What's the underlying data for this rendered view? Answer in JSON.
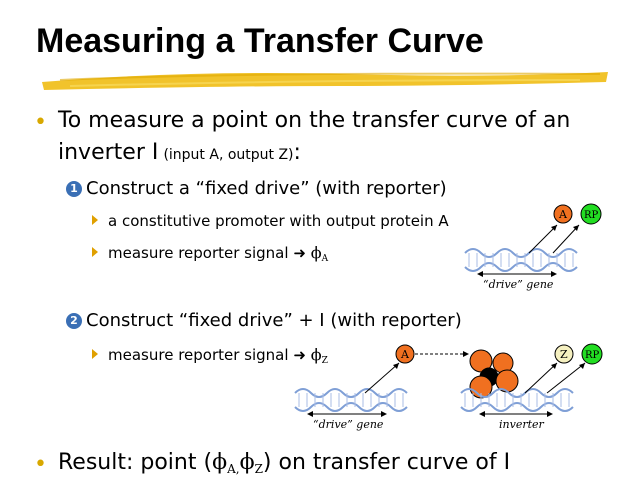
{
  "slide": {
    "title": "Measuring a Transfer Curve",
    "bullet1": {
      "text_line1": "To measure a point on the transfer curve of an",
      "text_line2_main": "inverter I",
      "text_line2_small": "(input A, output Z)",
      "text_line2_end": ":"
    },
    "step1": {
      "number": "1",
      "label": "Construct a “fixed drive” (with reporter)",
      "sub1": "a constitutive promoter with output protein A",
      "sub2": "measure reporter signal",
      "symbol": "ϕ",
      "subscript": "A"
    },
    "step2": {
      "number": "2",
      "label": "Construct “fixed drive” + I (with reporter)",
      "sub1": "measure reporter signal",
      "symbol": "ϕ",
      "subscript": "Z"
    },
    "result": {
      "prefix": "Result:  point (",
      "phi": "ϕ",
      "sub_a": "A,",
      "sub_z": "Z",
      "suffix": ") on transfer curve of I"
    },
    "diagram": {
      "protein_a": "A",
      "protein_z": "Z",
      "reporter": "RP",
      "drive_gene": "“drive” gene",
      "inverter": "inverter",
      "colors": {
        "protein_a": "#f07020",
        "protein_z": "#f5f0c0",
        "reporter": "#22dd22",
        "dna": "#8aa8d8",
        "accent": "#e8c020"
      }
    }
  }
}
